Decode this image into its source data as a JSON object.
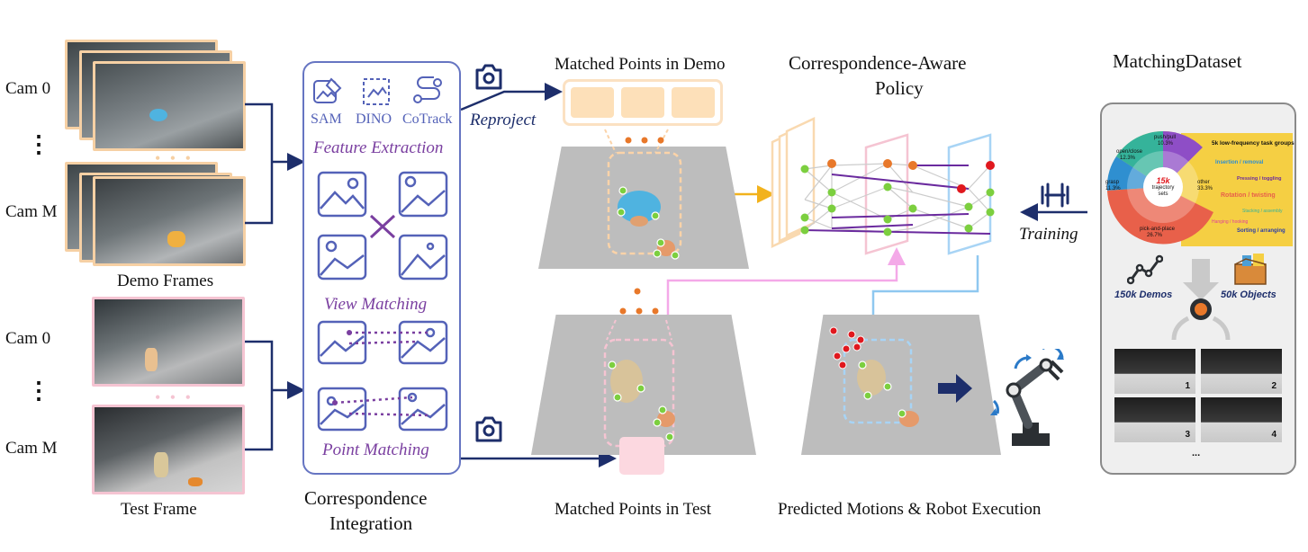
{
  "demo": {
    "cam0": "Cam 0",
    "dots": "⋮",
    "camM": "Cam M",
    "caption": "Demo Frames"
  },
  "test": {
    "cam0": "Cam 0",
    "dots": "⋮",
    "camM": "Cam M",
    "caption": "Test Frame"
  },
  "integration": {
    "sam": "SAM",
    "dino": "DINO",
    "cotrack": "CoTrack",
    "feature_extraction": "Feature Extraction",
    "view_matching": "View Matching",
    "point_matching": "Point Matching",
    "title_line1": "Correspondence",
    "title_line2": "Integration"
  },
  "reproject": "Reproject",
  "matched_demo": "Matched Points in Demo",
  "matched_test": "Matched Points in Test",
  "policy": {
    "line1": "Correspondence-Aware",
    "line2": "Policy"
  },
  "training": "Training",
  "predicted": "Predicted Motions & Robot Execution",
  "dataset": {
    "title": "MatchingDataset",
    "center_value": "15k",
    "center_line1": "trajectory",
    "center_line2": "sets",
    "segments": {
      "push_pull": "push/pull",
      "push_pull_pct": "10.3%",
      "open_close": "open/close",
      "open_close_pct": "12.3%",
      "grasp": "grasp",
      "grasp_pct": "11.3%",
      "other": "other",
      "other_pct": "33.3%",
      "pick_place": "pick-and-place",
      "pick_place_pct": "26.7%"
    },
    "callouts": {
      "header": "5k low-frequency task groups",
      "insertion": "Insertion / removal",
      "pressing": "Pressing / toggling",
      "rotation": "Rotation / twisting",
      "stacking": "Stacking / assembly",
      "hanging": "Hanging / hooking",
      "sorting": "Sorting / arranging"
    },
    "demos": "150k Demos",
    "objects": "50k Objects",
    "thumbs": [
      "1",
      "2",
      "3",
      "4"
    ],
    "ellipsis": "..."
  },
  "colors": {
    "navy": "#1d2e6b",
    "purple": "#7a3fa0",
    "panel_border": "#6675c2",
    "demo_border": "#f6d0a4",
    "test_border": "#f5c4d2",
    "orange_point": "#e8782a",
    "green_point": "#7ccf3f",
    "red_point": "#e0181e"
  }
}
